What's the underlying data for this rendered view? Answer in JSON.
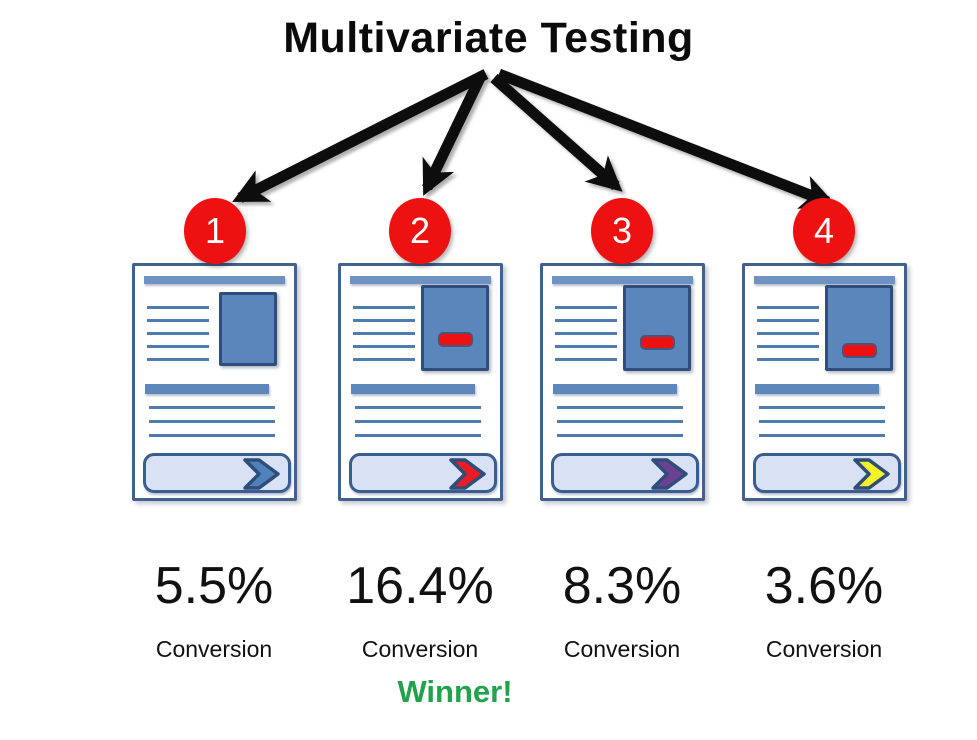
{
  "title": "Multivariate Testing",
  "winner_label": "Winner!",
  "colors": {
    "badge_red": "#ee1111",
    "arrow_black": "#0d0d0d",
    "card_border": "#41618f",
    "header_bar_blue": "#6e93c3",
    "text_line_blue": "#4e7cae",
    "image_box_blue": "#5b86bc",
    "button_fill": "#d8e2f4",
    "button_border": "#3a5c8e",
    "black_bar": "#0d0d0d",
    "pill_red": "#ee1111",
    "winner_green": "#22a34b"
  },
  "variants": [
    {
      "number": "1",
      "rate": "5.5%",
      "rate_label": "Conversion",
      "chevron_color": "#4f81bd",
      "thumbnail": "solid-blue-image",
      "winner": false
    },
    {
      "number": "2",
      "rate": "16.4%",
      "rate_label": "Conversion",
      "chevron_color": "#ec1c24",
      "thumbnail": "two-black-bars-red-button",
      "winner": true
    },
    {
      "number": "3",
      "rate": "8.3%",
      "rate_label": "Conversion",
      "chevron_color": "#6b4191",
      "thumbnail": "three-black-bars-red-button",
      "winner": false
    },
    {
      "number": "4",
      "rate": "3.6%",
      "rate_label": "Conversion",
      "chevron_color": "#f2f328",
      "thumbnail": "two-plus-one-black-bars-red-button",
      "winner": false
    }
  ]
}
